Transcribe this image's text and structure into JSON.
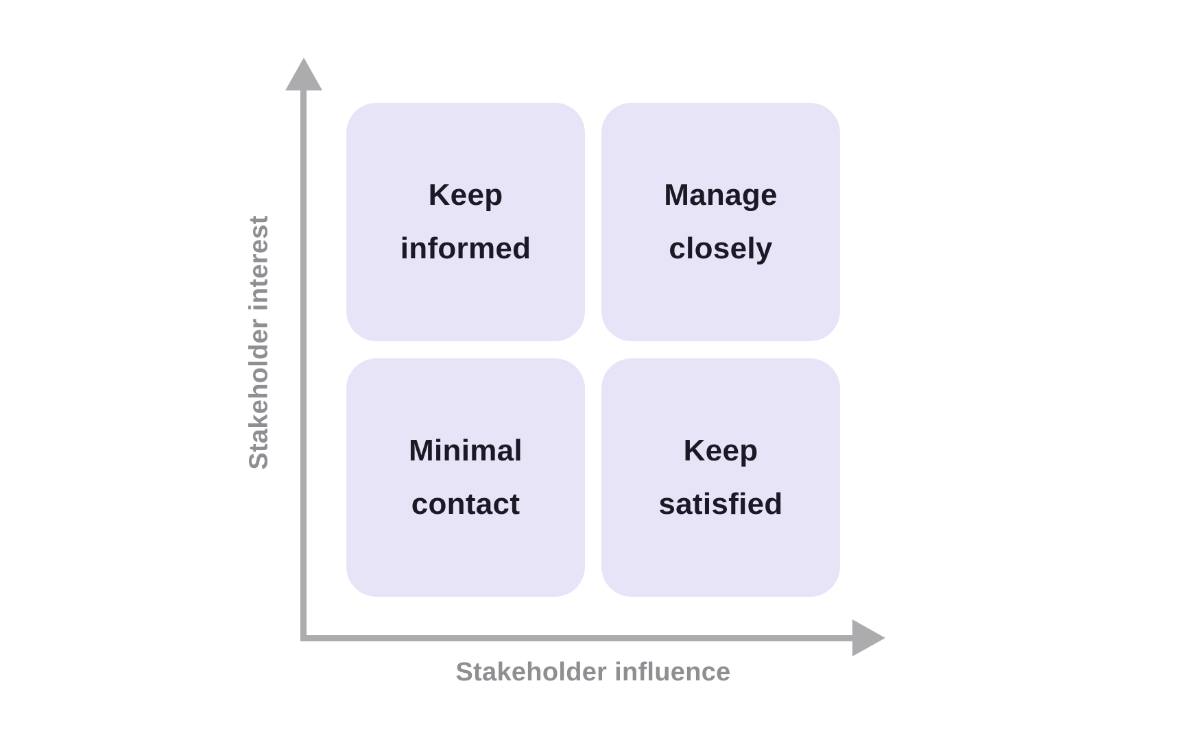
{
  "matrix": {
    "axes": {
      "x": {
        "label": "Stakeholder influence"
      },
      "y": {
        "label": "Stakeholder interest"
      }
    },
    "quadrants": {
      "top_left": {
        "label": "Keep informed",
        "line1": "Keep",
        "line2": "informed"
      },
      "top_right": {
        "label": "Manage closely",
        "line1": "Manage",
        "line2": "closely"
      },
      "bottom_left": {
        "label": "Minimal contact",
        "line1": "Minimal",
        "line2": "contact"
      },
      "bottom_right": {
        "label": "Keep satisfied",
        "line1": "Keep",
        "line2": "satisfied"
      }
    },
    "colors": {
      "background": "#ffffff",
      "quadrant_fill": "#e8e4f8",
      "quadrant_text": "#1a1a24",
      "axis": "#acacaf",
      "axis_label": "#8e8e93"
    }
  }
}
